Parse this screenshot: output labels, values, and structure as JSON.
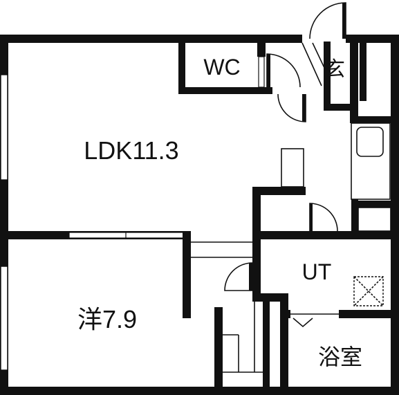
{
  "rooms": {
    "ldk": "LDK11.3",
    "wc": "WC",
    "entrance": "玄",
    "western": "洋7.9",
    "utility": "UT",
    "bath": "浴室"
  },
  "colors": {
    "wall": "#111111",
    "background": "#ffffff"
  }
}
